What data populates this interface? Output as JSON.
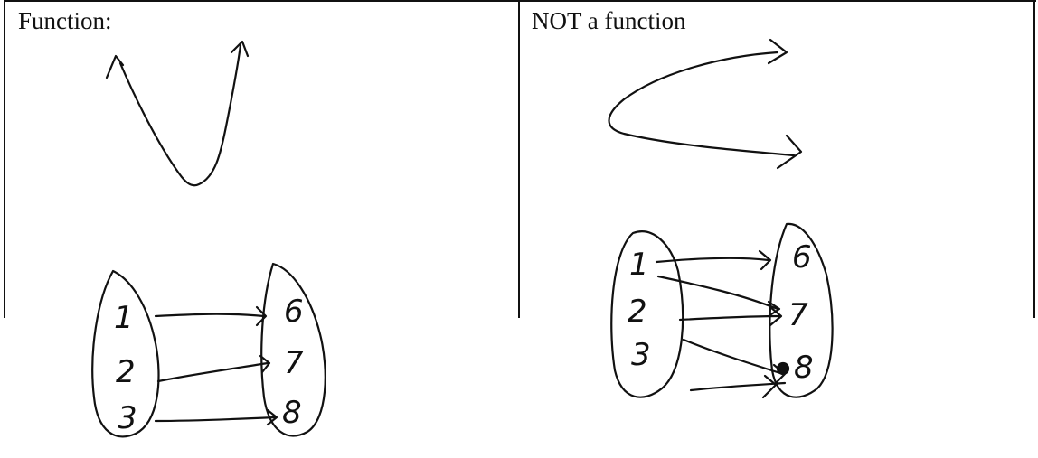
{
  "left_cell": {
    "title": "Function:",
    "mapping": {
      "domain": [
        "1",
        "2",
        "3"
      ],
      "range": [
        "6",
        "7",
        "8"
      ]
    }
  },
  "right_cell": {
    "title": "NOT a function",
    "mapping": {
      "domain": [
        "1",
        "2",
        "3"
      ],
      "range": [
        "6",
        "7",
        "8"
      ]
    }
  },
  "colors": {
    "ink": "#111111",
    "background": "#ffffff"
  }
}
